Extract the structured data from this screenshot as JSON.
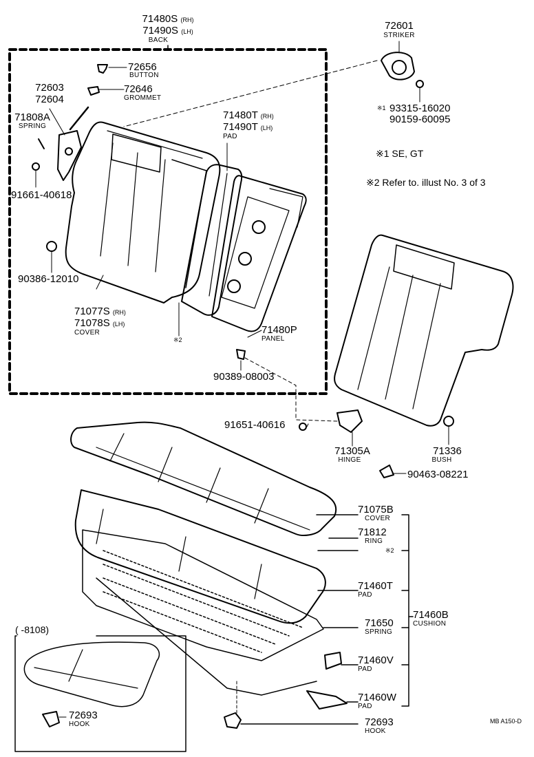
{
  "parts": {
    "back_rh": "71480S",
    "back_rh_tag": "(RH)",
    "back_lh": "71490S",
    "back_lh_tag": "(LH)",
    "back_name": "BACK",
    "striker_no": "72601",
    "striker_name": "STRIKER",
    "button_no": "72656",
    "button_name": "BUTTON",
    "grommet_no": "72646",
    "grommet_name": "GROMMET",
    "hook_a": "72603",
    "hook_b": "72604",
    "spring_no": "71808A",
    "spring_name": "SPRING",
    "bolt_a": "91661-40618",
    "nut_a": "90386-12010",
    "cover_rh": "71077S",
    "cover_rh_tag": "(RH)",
    "cover_lh": "71078S",
    "cover_lh_tag": "(LH)",
    "cover_name": "COVER",
    "pad_rh": "71480T",
    "pad_rh_tag": "(RH)",
    "pad_lh": "71490T",
    "pad_lh_tag": "(LH)",
    "pad_name": "PAD",
    "bolt_b_mark": "※1",
    "bolt_b": "93315-16020",
    "bolt_c": "90159-60095",
    "panel_no": "71480P",
    "panel_name": "PANEL",
    "ref2_mark": "※2",
    "clip_a": "90389-08003",
    "bolt_d": "91651-40616",
    "hinge_no": "71305A",
    "hinge_name": "HINGE",
    "bush_no": "71336",
    "bush_name": "BUSH",
    "clip_b": "90463-08221",
    "seat_cover_no": "71075B",
    "seat_cover_name": "COVER",
    "ring_no": "71812",
    "ring_name": "RING",
    "ref2_mark_b": "※2",
    "seat_pad_no": "71460T",
    "seat_pad_name": "PAD",
    "cushion_no": "71460B",
    "cushion_name": "CUSHION",
    "seat_spring_no": "71650",
    "seat_spring_name": "SPRING",
    "pad_v_no": "71460V",
    "pad_v_name": "PAD",
    "pad_w_no": "71460W",
    "pad_w_name": "PAD",
    "hook_bottom_no": "72693",
    "hook_bottom_name": "HOOK",
    "hook_inset_no": "72693",
    "hook_inset_name": "HOOK"
  },
  "notes": {
    "note1": "※1 SE, GT",
    "note2": "※2 Refer to. illust No. 3 of 3"
  },
  "inset": {
    "range": "(      -8108)"
  },
  "footer": {
    "code": "MB A150-D"
  }
}
